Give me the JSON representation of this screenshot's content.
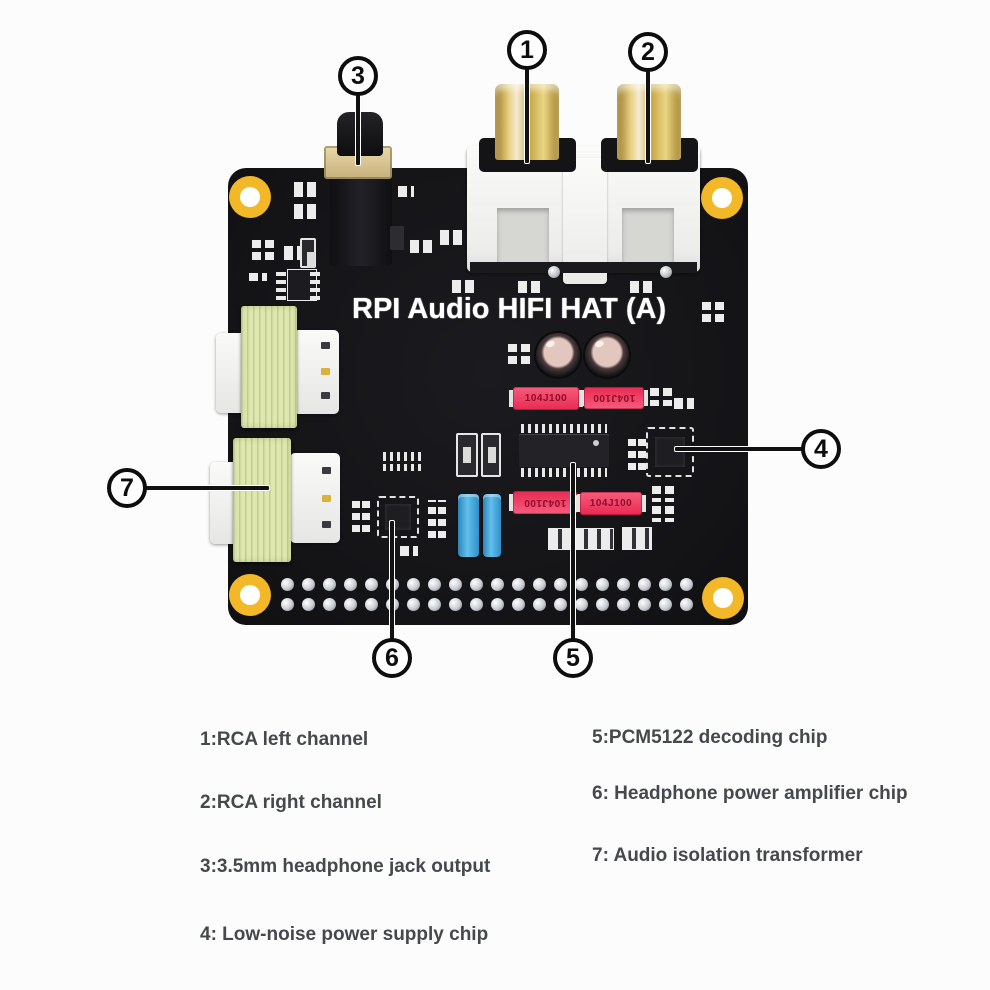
{
  "board": {
    "title": "RPI Audio HIFI HAT (A)",
    "film_cap_label": "104J100",
    "gpio_header": {
      "rows": 2,
      "cols": 20
    }
  },
  "callouts": [
    {
      "number": "1",
      "target": "rca-left-channel"
    },
    {
      "number": "2",
      "target": "rca-right-channel"
    },
    {
      "number": "3",
      "target": "headphone-jack-output"
    },
    {
      "number": "4",
      "target": "low-noise-power-supply-chip"
    },
    {
      "number": "5",
      "target": "pcm5122-decoding-chip"
    },
    {
      "number": "6",
      "target": "headphone-power-amplifier-chip"
    },
    {
      "number": "7",
      "target": "audio-isolation-transformer"
    }
  ],
  "legend": {
    "left_column": [
      "1:RCA left channel",
      "2:RCA right channel",
      "3:3.5mm headphone jack output",
      "4: Low-noise power supply chip"
    ],
    "right_column": [
      "5:PCM5122 decoding chip",
      "6: Headphone power amplifier chip",
      "7: Audio isolation transformer"
    ]
  },
  "colors": {
    "pcb": "#141417",
    "mount_hole": "#f2b827",
    "film_cap": "#ef3056",
    "film_cap_text": "#8e0c28",
    "blue_cap": "#3a9fd8",
    "transformer": "#dde7ae",
    "rca_gold": "#d8ba58",
    "legend_text": "#45484c",
    "silkscreen": "#ffffff"
  }
}
